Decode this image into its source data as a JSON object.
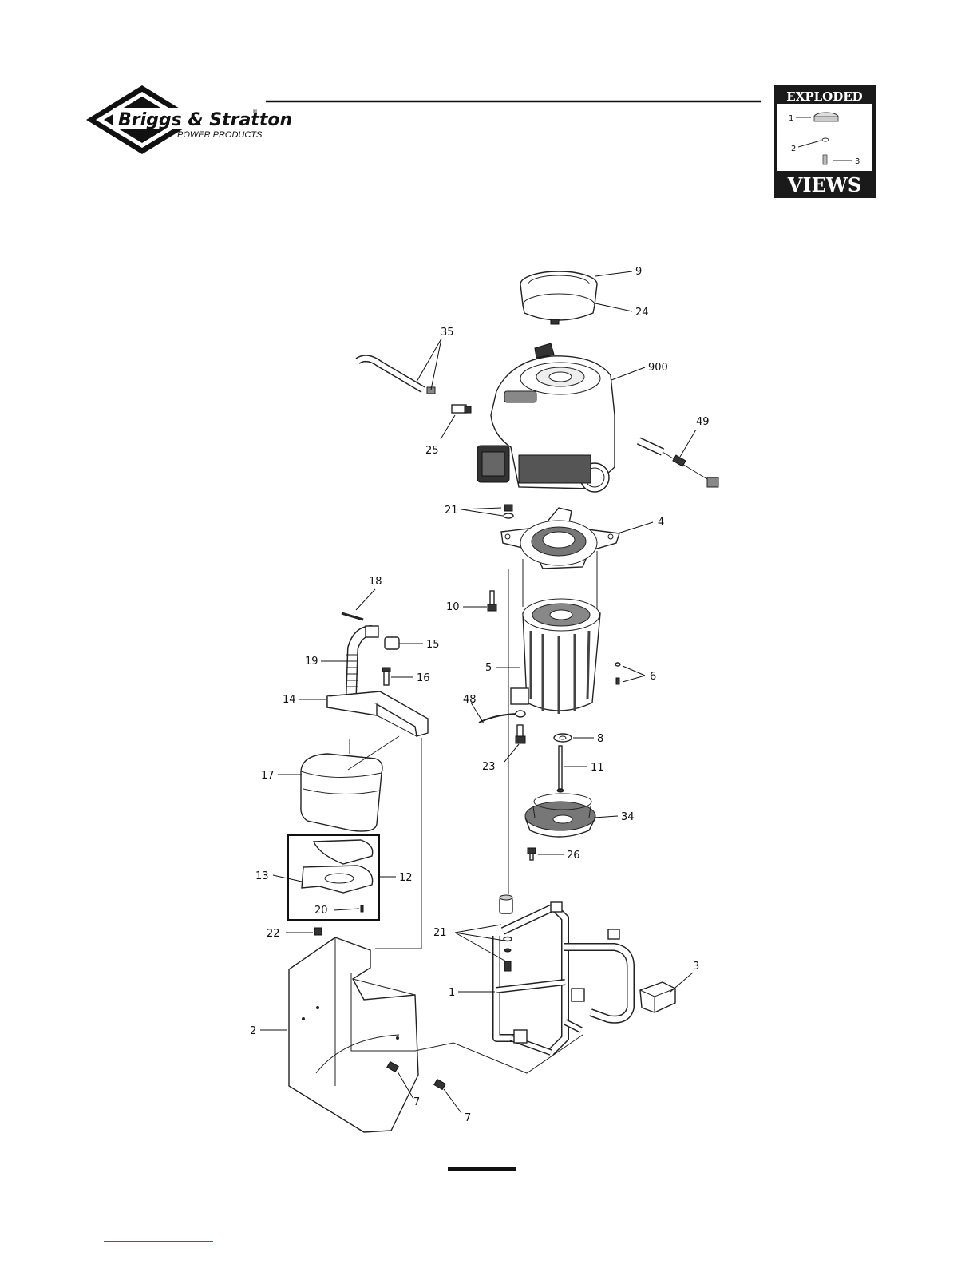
{
  "header": {
    "brand_name": "Briggs & Stratton",
    "brand_registered": "®",
    "brand_tagline": "POWER PRODUCTS"
  },
  "badge": {
    "top_label": "EXPLODED",
    "bottom_label": "VIEWS",
    "example_callouts": [
      "1",
      "2",
      "3"
    ]
  },
  "callouts": [
    {
      "id": "c9",
      "text": "9"
    },
    {
      "id": "c24",
      "text": "24"
    },
    {
      "id": "c35",
      "text": "35"
    },
    {
      "id": "c900",
      "text": "900"
    },
    {
      "id": "c25",
      "text": "25"
    },
    {
      "id": "c49",
      "text": "49"
    },
    {
      "id": "c21a",
      "text": "21"
    },
    {
      "id": "c4",
      "text": "4"
    },
    {
      "id": "c18",
      "text": "18"
    },
    {
      "id": "c10",
      "text": "10"
    },
    {
      "id": "c15",
      "text": "15"
    },
    {
      "id": "c19",
      "text": "19"
    },
    {
      "id": "c16",
      "text": "16"
    },
    {
      "id": "c5",
      "text": "5"
    },
    {
      "id": "c6",
      "text": "6"
    },
    {
      "id": "c14",
      "text": "14"
    },
    {
      "id": "c48",
      "text": "48"
    },
    {
      "id": "c8",
      "text": "8"
    },
    {
      "id": "c23",
      "text": "23"
    },
    {
      "id": "c11",
      "text": "11"
    },
    {
      "id": "c17",
      "text": "17"
    },
    {
      "id": "c34",
      "text": "34"
    },
    {
      "id": "c26",
      "text": "26"
    },
    {
      "id": "c13",
      "text": "13"
    },
    {
      "id": "c12",
      "text": "12"
    },
    {
      "id": "c20",
      "text": "20"
    },
    {
      "id": "c22",
      "text": "22"
    },
    {
      "id": "c21b",
      "text": "21"
    },
    {
      "id": "c3",
      "text": "3"
    },
    {
      "id": "c1",
      "text": "1"
    },
    {
      "id": "c2",
      "text": "2"
    },
    {
      "id": "c7a",
      "text": "7"
    },
    {
      "id": "c7b",
      "text": "7"
    }
  ],
  "colors": {
    "ink": "#111111",
    "badge_bg": "#1a1a1a",
    "link": "#3355cc"
  },
  "icons": {
    "logo": "briggs-stratton-diamond-logo",
    "badge": "exploded-views-badge"
  }
}
